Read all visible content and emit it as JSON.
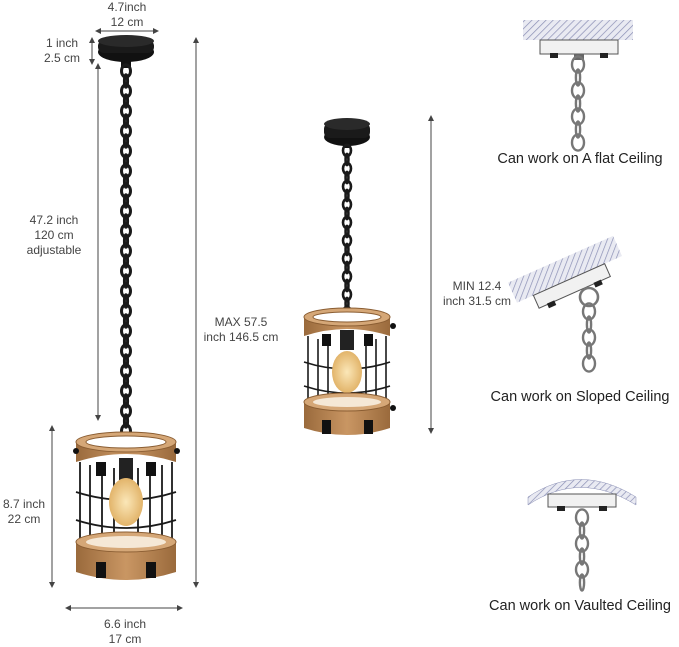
{
  "dimensions": {
    "canopy_width": {
      "imperial": "4.7inch",
      "metric": "12 cm"
    },
    "canopy_height": {
      "imperial": "1 inch",
      "metric": "2.5 cm"
    },
    "chain_length": {
      "imperial": "47.2 inch",
      "metric": "120 cm",
      "note": "adjustable"
    },
    "max_height": {
      "imperial": "MAX 57.5",
      "metric": "inch 146.5 cm"
    },
    "shade_height": {
      "imperial": "8.7 inch",
      "metric": "22 cm"
    },
    "shade_width": {
      "imperial": "6.6 inch",
      "metric": "17 cm"
    },
    "min_height": {
      "imperial": "MIN 12.4",
      "metric": "inch 31.5 cm"
    }
  },
  "mounts": [
    {
      "caption": "Can work on A flat Ceiling",
      "type": "flat"
    },
    {
      "caption": "Can work on Sloped Ceiling",
      "type": "sloped"
    },
    {
      "caption": "Can work on Vaulted Ceiling",
      "type": "vaulted"
    }
  ],
  "colors": {
    "wood": "#b5804f",
    "metal": "#1a1a1a",
    "bulb": "#f2c97a",
    "dim_line": "#444444"
  }
}
